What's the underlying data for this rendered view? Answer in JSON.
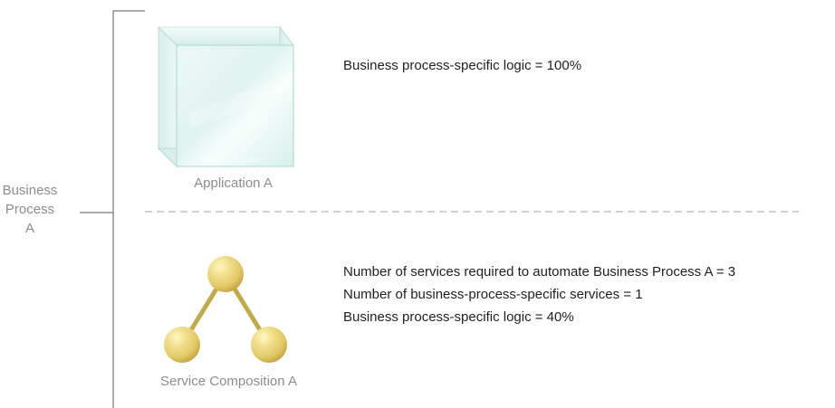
{
  "business_process": {
    "label_lines": [
      "Business",
      "Process",
      "A"
    ]
  },
  "application": {
    "caption": "Application A",
    "logic_text": "Business process-specific logic = 100%"
  },
  "service_composition": {
    "caption": "Service Composition A",
    "details": [
      "Number of services required to automate Business Process A = 3",
      "Number of business-process-specific services = 1",
      "Business process-specific logic = 40%"
    ]
  },
  "colors": {
    "bracket": "#8f8f8f",
    "divider": "#a3a3a3",
    "cube_fill": "#dff4ef",
    "cube_edge": "#b5ddd6",
    "node_fill": "#e8d267",
    "link": "#c3aa49",
    "caption_text": "#8d8d8d",
    "body_text": "#1f1f1f"
  }
}
